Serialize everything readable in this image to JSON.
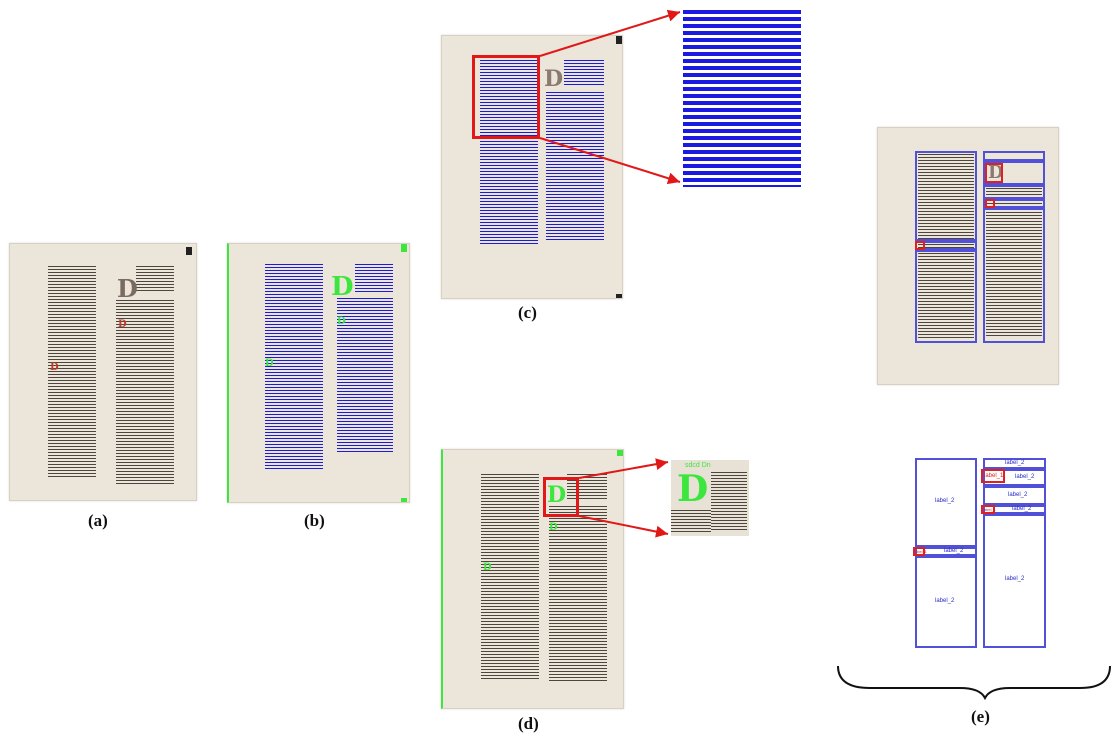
{
  "captions": {
    "a": "(a)",
    "b": "(b)",
    "c": "(c)",
    "d": "(d)",
    "e": "(e)"
  },
  "initials": {
    "a_big": "D",
    "a_small1": "D",
    "a_small2": "D",
    "b_big": "D",
    "b_small1": "D",
    "b_small2": "D",
    "c_big": "D",
    "d_big": "D",
    "d_small1": "D",
    "d_small2": "D",
    "d_zoom": "D",
    "d_zoom_header": "sdcd Dn"
  },
  "layout_labels": {
    "left_top": "label_2",
    "left_mid": "label_2",
    "left_bottom": "label_2",
    "right_1": "label_2",
    "right_initial": "label_1",
    "right_2": "label_2",
    "right_3": "label_2",
    "right_small_red": "label_1",
    "right_4": "label_2",
    "right_bottom": "label_2",
    "left_small_red": "label_1"
  },
  "colors": {
    "text_blue": "#1a1ae0",
    "box_blue": "#5050d8",
    "box_red": "#e02020",
    "detect_green": "#3ce63c",
    "rubric_red": "#c0392b"
  }
}
